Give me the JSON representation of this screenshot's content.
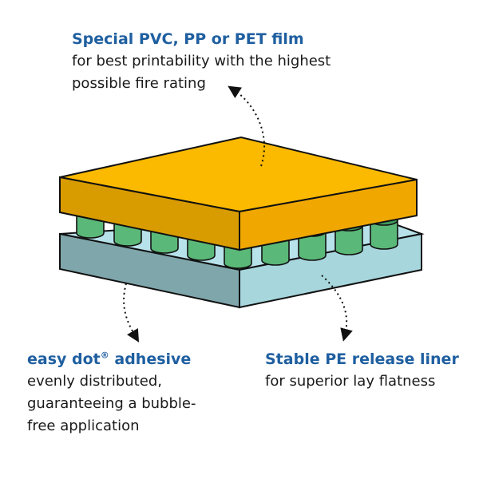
{
  "labels": {
    "film": {
      "title": "Special PVC, PP or PET film",
      "lines": [
        "for best printability with the highest",
        "possible fire rating"
      ]
    },
    "adhesive": {
      "title_main": "easy dot",
      "title_sup": "®",
      "title_rest": " adhesive",
      "lines": [
        "evenly distributed,",
        "guaranteeing a bubble-",
        "free application"
      ]
    },
    "liner": {
      "title": "Stable PE release liner",
      "lines": [
        "for superior lay flatness"
      ]
    }
  },
  "colors": {
    "title_blue": "#1f5fa0",
    "film_top": "#fbb900",
    "film_front": "#d99c00",
    "film_side": "#f0a800",
    "dots": "#5ab878",
    "dots_dark": "#3f9c60",
    "liner_top": "#b8e2ea",
    "liner_front": "#7fa6ab",
    "liner_side": "#a7d6dd",
    "outline": "#111111"
  },
  "icons": [
    "dotted-arrow-icon"
  ]
}
